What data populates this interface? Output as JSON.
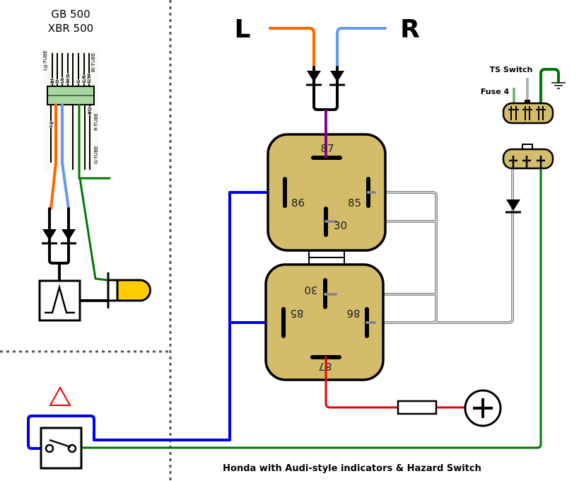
{
  "model_labels": {
    "line1": "GB 500",
    "line2": "XBR 500"
  },
  "harness_labels": [
    "Lg-TUBE",
    "Bl-TUBE",
    "R-TUBE",
    "G-TUBE",
    "Bl",
    "O",
    "Lb",
    "W/G",
    "G",
    "G/R",
    "G/W",
    "Lg",
    "Bl2"
  ],
  "indicator_labels": {
    "left": "L",
    "right": "R"
  },
  "relay_upper": {
    "pin_87": "87",
    "pin_86": "86",
    "pin_85": "85",
    "pin_30": "30"
  },
  "relay_lower": {
    "pin_30": "30",
    "pin_85": "85",
    "pin_86": "86",
    "pin_87": "87"
  },
  "connector_labels": {
    "ts_switch": "TS Switch",
    "fuse": "Fuse 4"
  },
  "caption": "Honda with Audi-style indicators & Hazard Switch",
  "colors": {
    "relay": "#d4bd6a",
    "orange": "#ff6600",
    "blue_light": "#6699ee",
    "blue": "#0000ee",
    "green": "#007700",
    "red": "#ee0000",
    "purple": "#880088",
    "bulb": "#ffcc00",
    "connector_green": "#a8d8a0"
  }
}
